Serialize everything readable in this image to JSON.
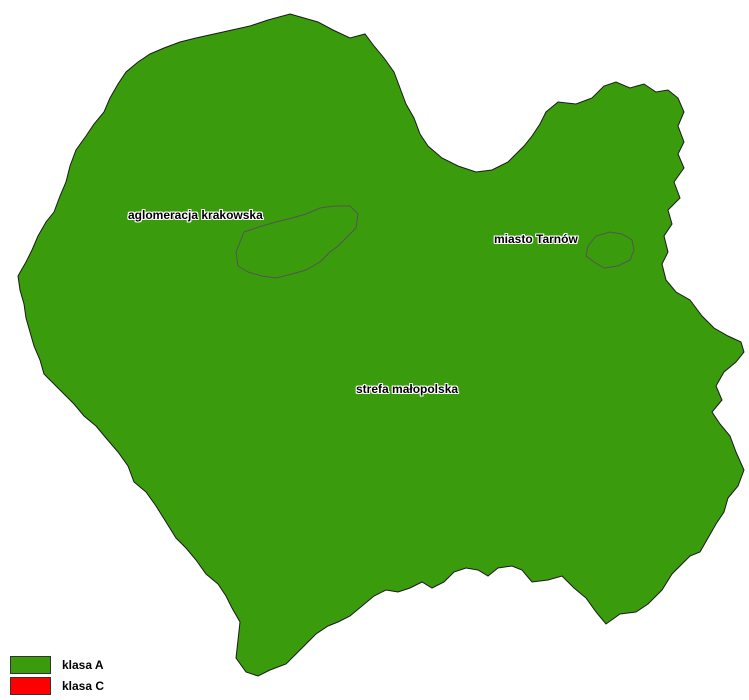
{
  "map": {
    "fill_color": "#3a9c0c",
    "outline_color": "#1a1a1a",
    "zones": [
      {
        "name": "aglomeracja krakowska",
        "class": "klasa A"
      },
      {
        "name": "miasto Tarnów",
        "class": "klasa A"
      },
      {
        "name": "strefa małopolska",
        "class": "klasa A"
      }
    ]
  },
  "legend": {
    "items": [
      {
        "label": "klasa A",
        "color": "#3a9c0c"
      },
      {
        "label": "klasa C",
        "color": "#ff0000"
      }
    ]
  }
}
